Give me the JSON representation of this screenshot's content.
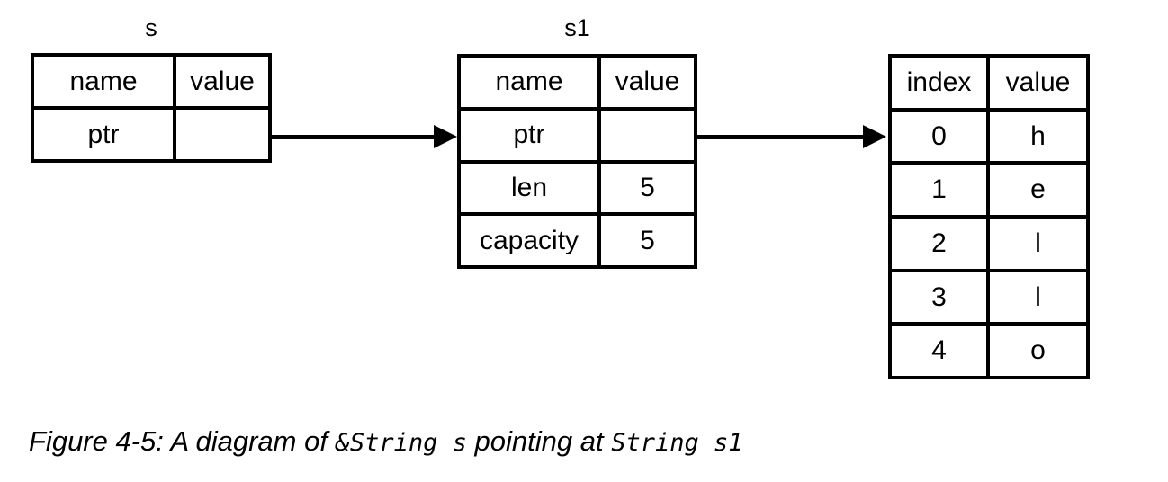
{
  "figure": {
    "background_color": "#ffffff",
    "stroke_color": "#000000",
    "caption": {
      "prefix": "Figure 4-5: A diagram of ",
      "code_1": "&String s",
      "middle": " pointing at ",
      "code_2": "String s1"
    }
  },
  "tables": {
    "s": {
      "label": "s",
      "headers": [
        "name",
        "value"
      ],
      "rows": [
        {
          "name": "ptr",
          "value": ""
        }
      ]
    },
    "s1": {
      "label": "s1",
      "headers": [
        "name",
        "value"
      ],
      "rows": [
        {
          "name": "ptr",
          "value": ""
        },
        {
          "name": "len",
          "value": "5"
        },
        {
          "name": "capacity",
          "value": "5"
        }
      ]
    },
    "buffer": {
      "label": "",
      "headers": [
        "index",
        "value"
      ],
      "rows": [
        {
          "index": "0",
          "value": "h"
        },
        {
          "index": "1",
          "value": "e"
        },
        {
          "index": "2",
          "value": "l"
        },
        {
          "index": "3",
          "value": "l"
        },
        {
          "index": "4",
          "value": "o"
        }
      ]
    }
  },
  "arrows": [
    {
      "name": "s-ptr-to-s1",
      "from": "s.ptr.value",
      "to": "s1"
    },
    {
      "name": "s1-ptr-to-buffer",
      "from": "s1.ptr.value",
      "to": "buffer.row0"
    }
  ]
}
